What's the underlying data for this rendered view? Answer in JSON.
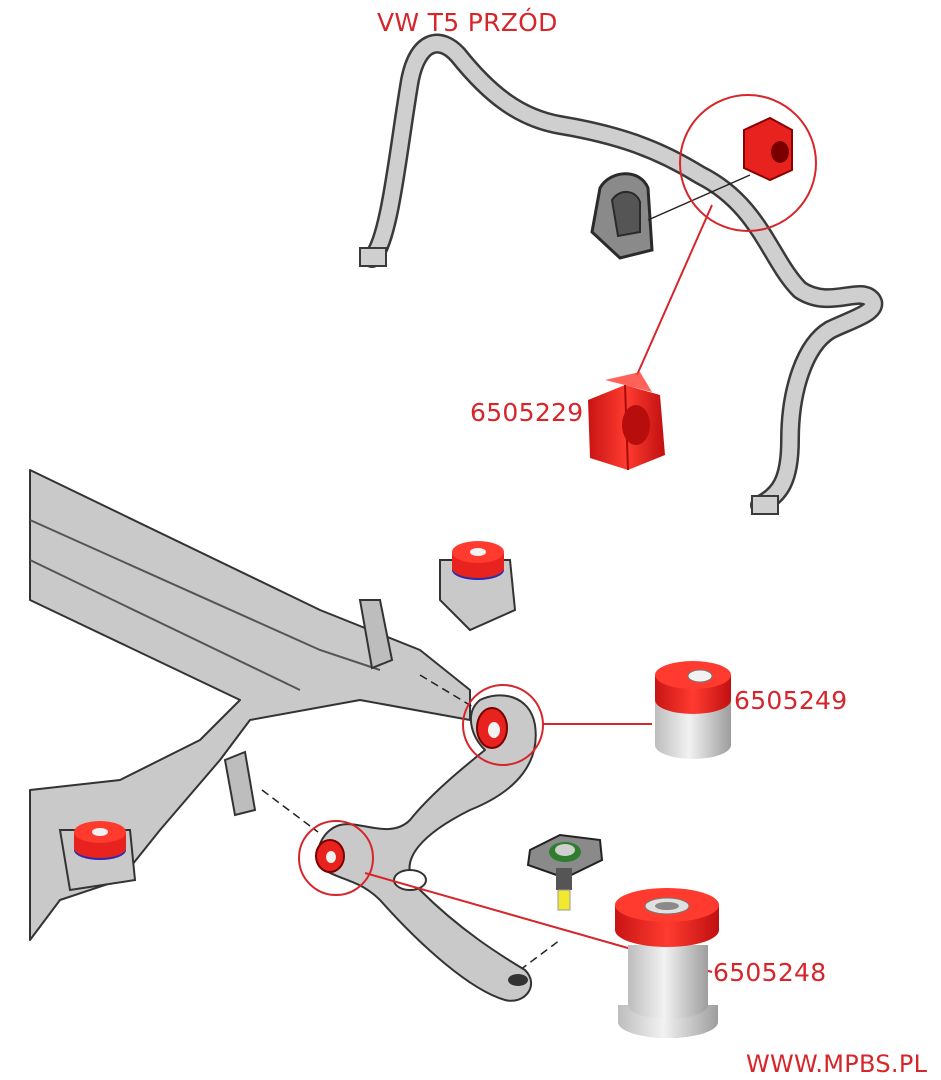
{
  "title": "VW T5 PRZÓD",
  "parts": [
    {
      "number": "6505229",
      "description_color": "#e8231f"
    },
    {
      "number": "6505249",
      "description_color": "#e8231f"
    },
    {
      "number": "6505248",
      "description_color": "#e8231f"
    }
  ],
  "website": "WWW.MPBS.PL",
  "colors": {
    "label": "#d6262b",
    "bushing_red": "#e8231f",
    "steel_gray": "#c9c9c9",
    "outline": "#3a3a3a",
    "accent_blue": "#2b2bb0"
  }
}
